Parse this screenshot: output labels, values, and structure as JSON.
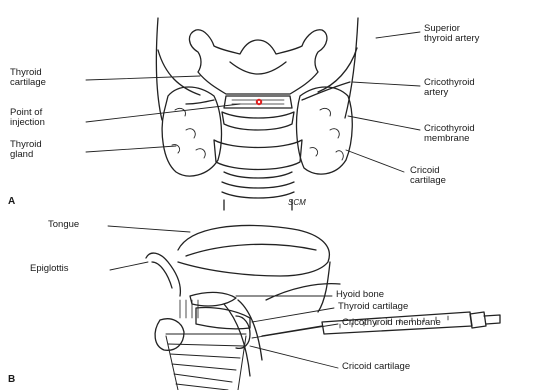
{
  "panel_a": {
    "letter": "A",
    "signature": "SCM",
    "labels": {
      "thyroid_cartilage": "Thyroid\ncartilage",
      "point_of_injection": "Point of\ninjection",
      "thyroid_gland": "Thyroid\ngland",
      "superior_thyroid_artery": "Superior\nthyroid artery",
      "cricothyroid_artery": "Cricothyroid\nartery",
      "cricothyroid_membrane": "Cricothyroid\nmembrane",
      "cricoid_cartilage": "Cricoid\ncartilage"
    },
    "injection_marker_color": "#e02020"
  },
  "panel_b": {
    "letter": "B",
    "labels": {
      "tongue": "Tongue",
      "epiglottis": "Epiglottis",
      "hyoid_bone": "Hyoid bone",
      "thyroid_cartilage": "Thyroid cartilage",
      "cricothyroid_membrane": "Cricothyroid membrane",
      "cricoid_cartilage": "Cricoid cartilage"
    }
  }
}
